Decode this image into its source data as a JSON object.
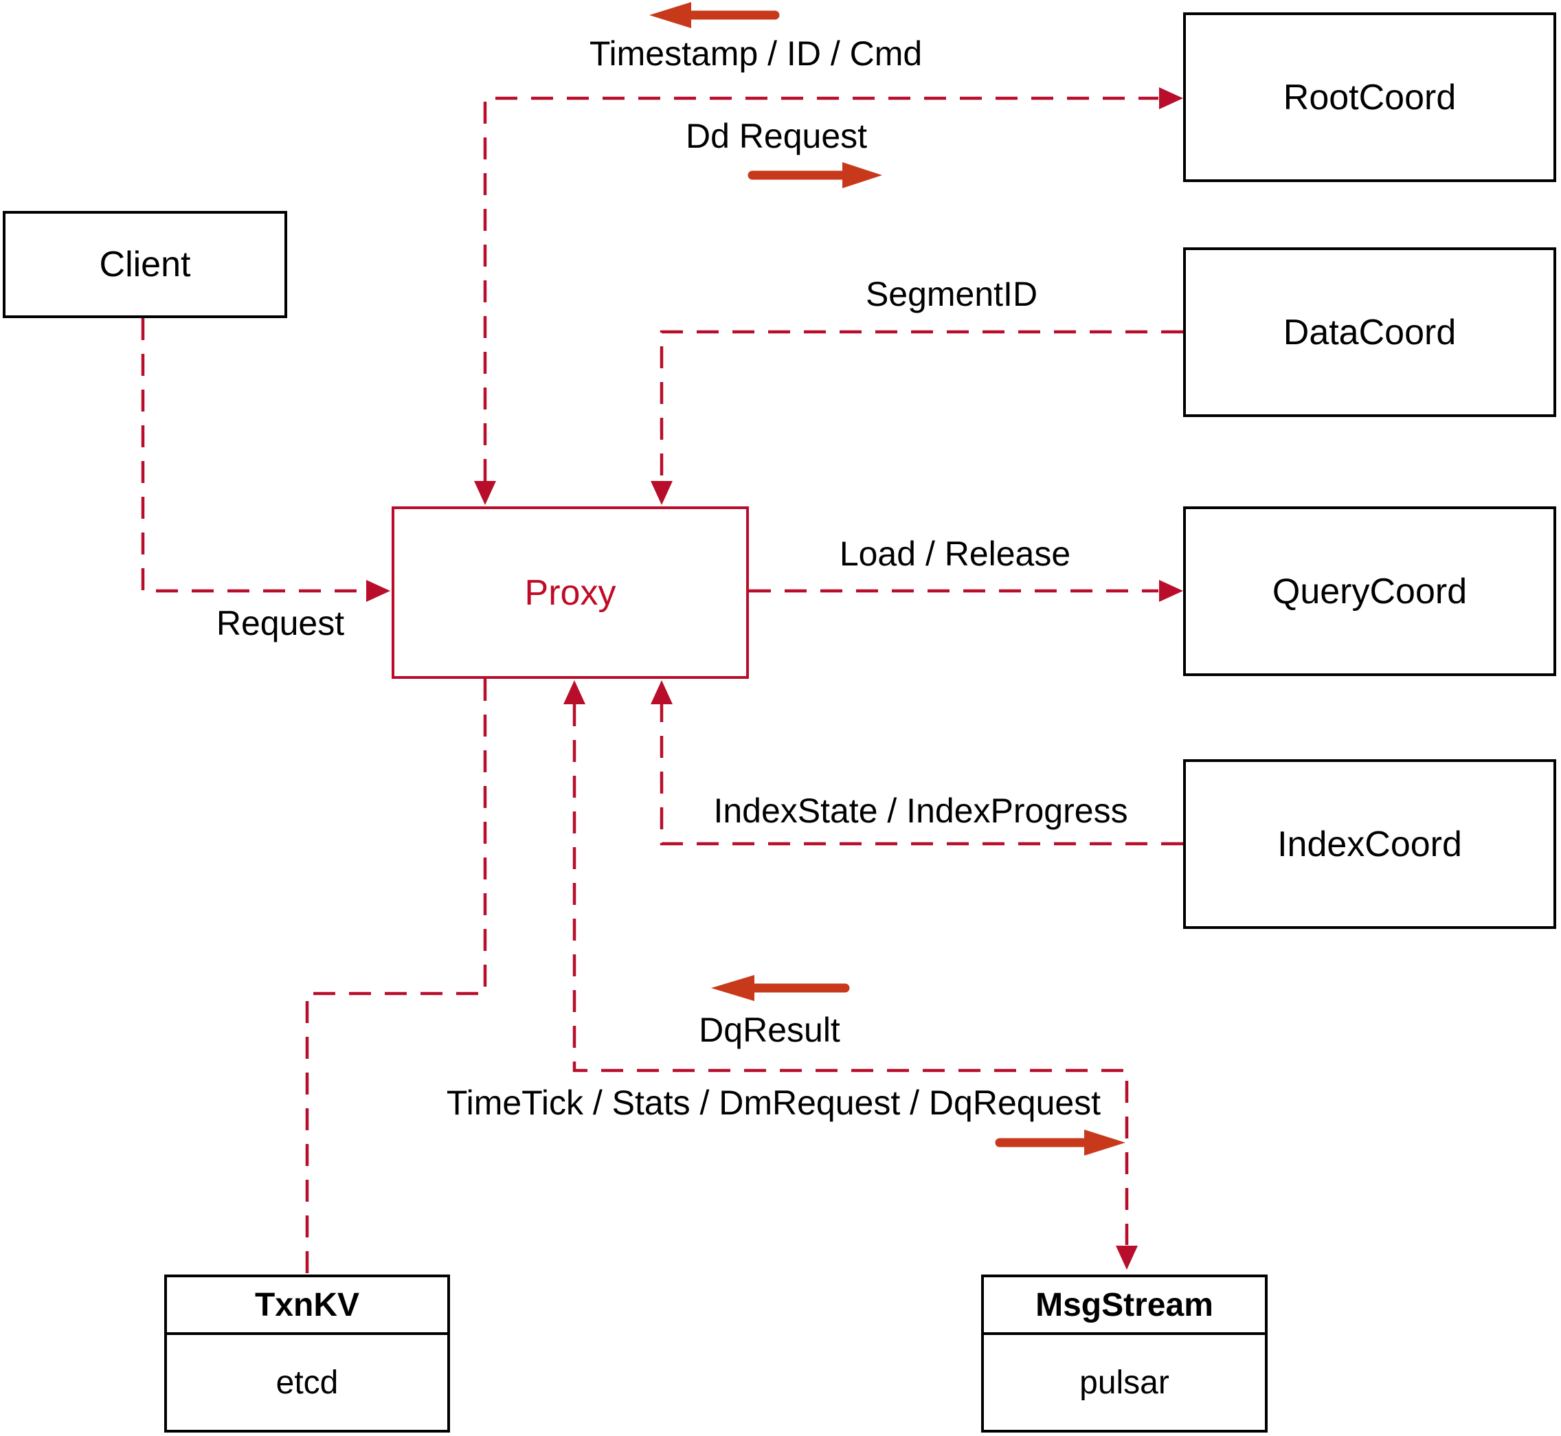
{
  "diagram": {
    "colors": {
      "dashed_line": "#B80E2B",
      "solid_arrow": "#C8391B",
      "box_border": "#000000",
      "proxy_accent": "#C00A26",
      "text": "#000000",
      "background": "#FFFFFF"
    },
    "nodes": {
      "client": {
        "label": "Client"
      },
      "proxy": {
        "label": "Proxy"
      },
      "rootcoord": {
        "label": "RootCoord"
      },
      "datacoord": {
        "label": "DataCoord"
      },
      "querycoord": {
        "label": "QueryCoord"
      },
      "indexcoord": {
        "label": "IndexCoord"
      },
      "txnkv": {
        "title": "TxnKV",
        "subtitle": "etcd"
      },
      "msgstream": {
        "title": "MsgStream",
        "subtitle": "pulsar"
      }
    },
    "edge_labels": {
      "timestamp": "Timestamp / ID / Cmd",
      "dd_request": "Dd Request",
      "segment_id": "SegmentID",
      "load_release": "Load / Release",
      "request": "Request",
      "index_state": "IndexState / IndexProgress",
      "dq_result": "DqResult",
      "timetick": "TimeTick / Stats / DmRequest / DqRequest"
    },
    "edges": [
      {
        "from": "Client",
        "to": "Proxy",
        "label": "Request",
        "direction": "to",
        "style": "dashed"
      },
      {
        "from": "Proxy",
        "to": "RootCoord",
        "label": "Dd Request / Timestamp / ID / Cmd",
        "direction": "both",
        "style": "dashed"
      },
      {
        "from": "DataCoord",
        "to": "Proxy",
        "label": "SegmentID",
        "direction": "to",
        "style": "dashed"
      },
      {
        "from": "Proxy",
        "to": "QueryCoord",
        "label": "Load / Release",
        "direction": "to",
        "style": "dashed"
      },
      {
        "from": "IndexCoord",
        "to": "Proxy",
        "label": "IndexState / IndexProgress",
        "direction": "to",
        "style": "dashed"
      },
      {
        "from": "Proxy",
        "to": "MsgStream",
        "label": "TimeTick / Stats / DmRequest / DqRequest / DqResult",
        "direction": "both",
        "style": "dashed"
      },
      {
        "from": "Proxy",
        "to": "TxnKV",
        "label": "",
        "direction": "none",
        "style": "dashed"
      }
    ]
  }
}
